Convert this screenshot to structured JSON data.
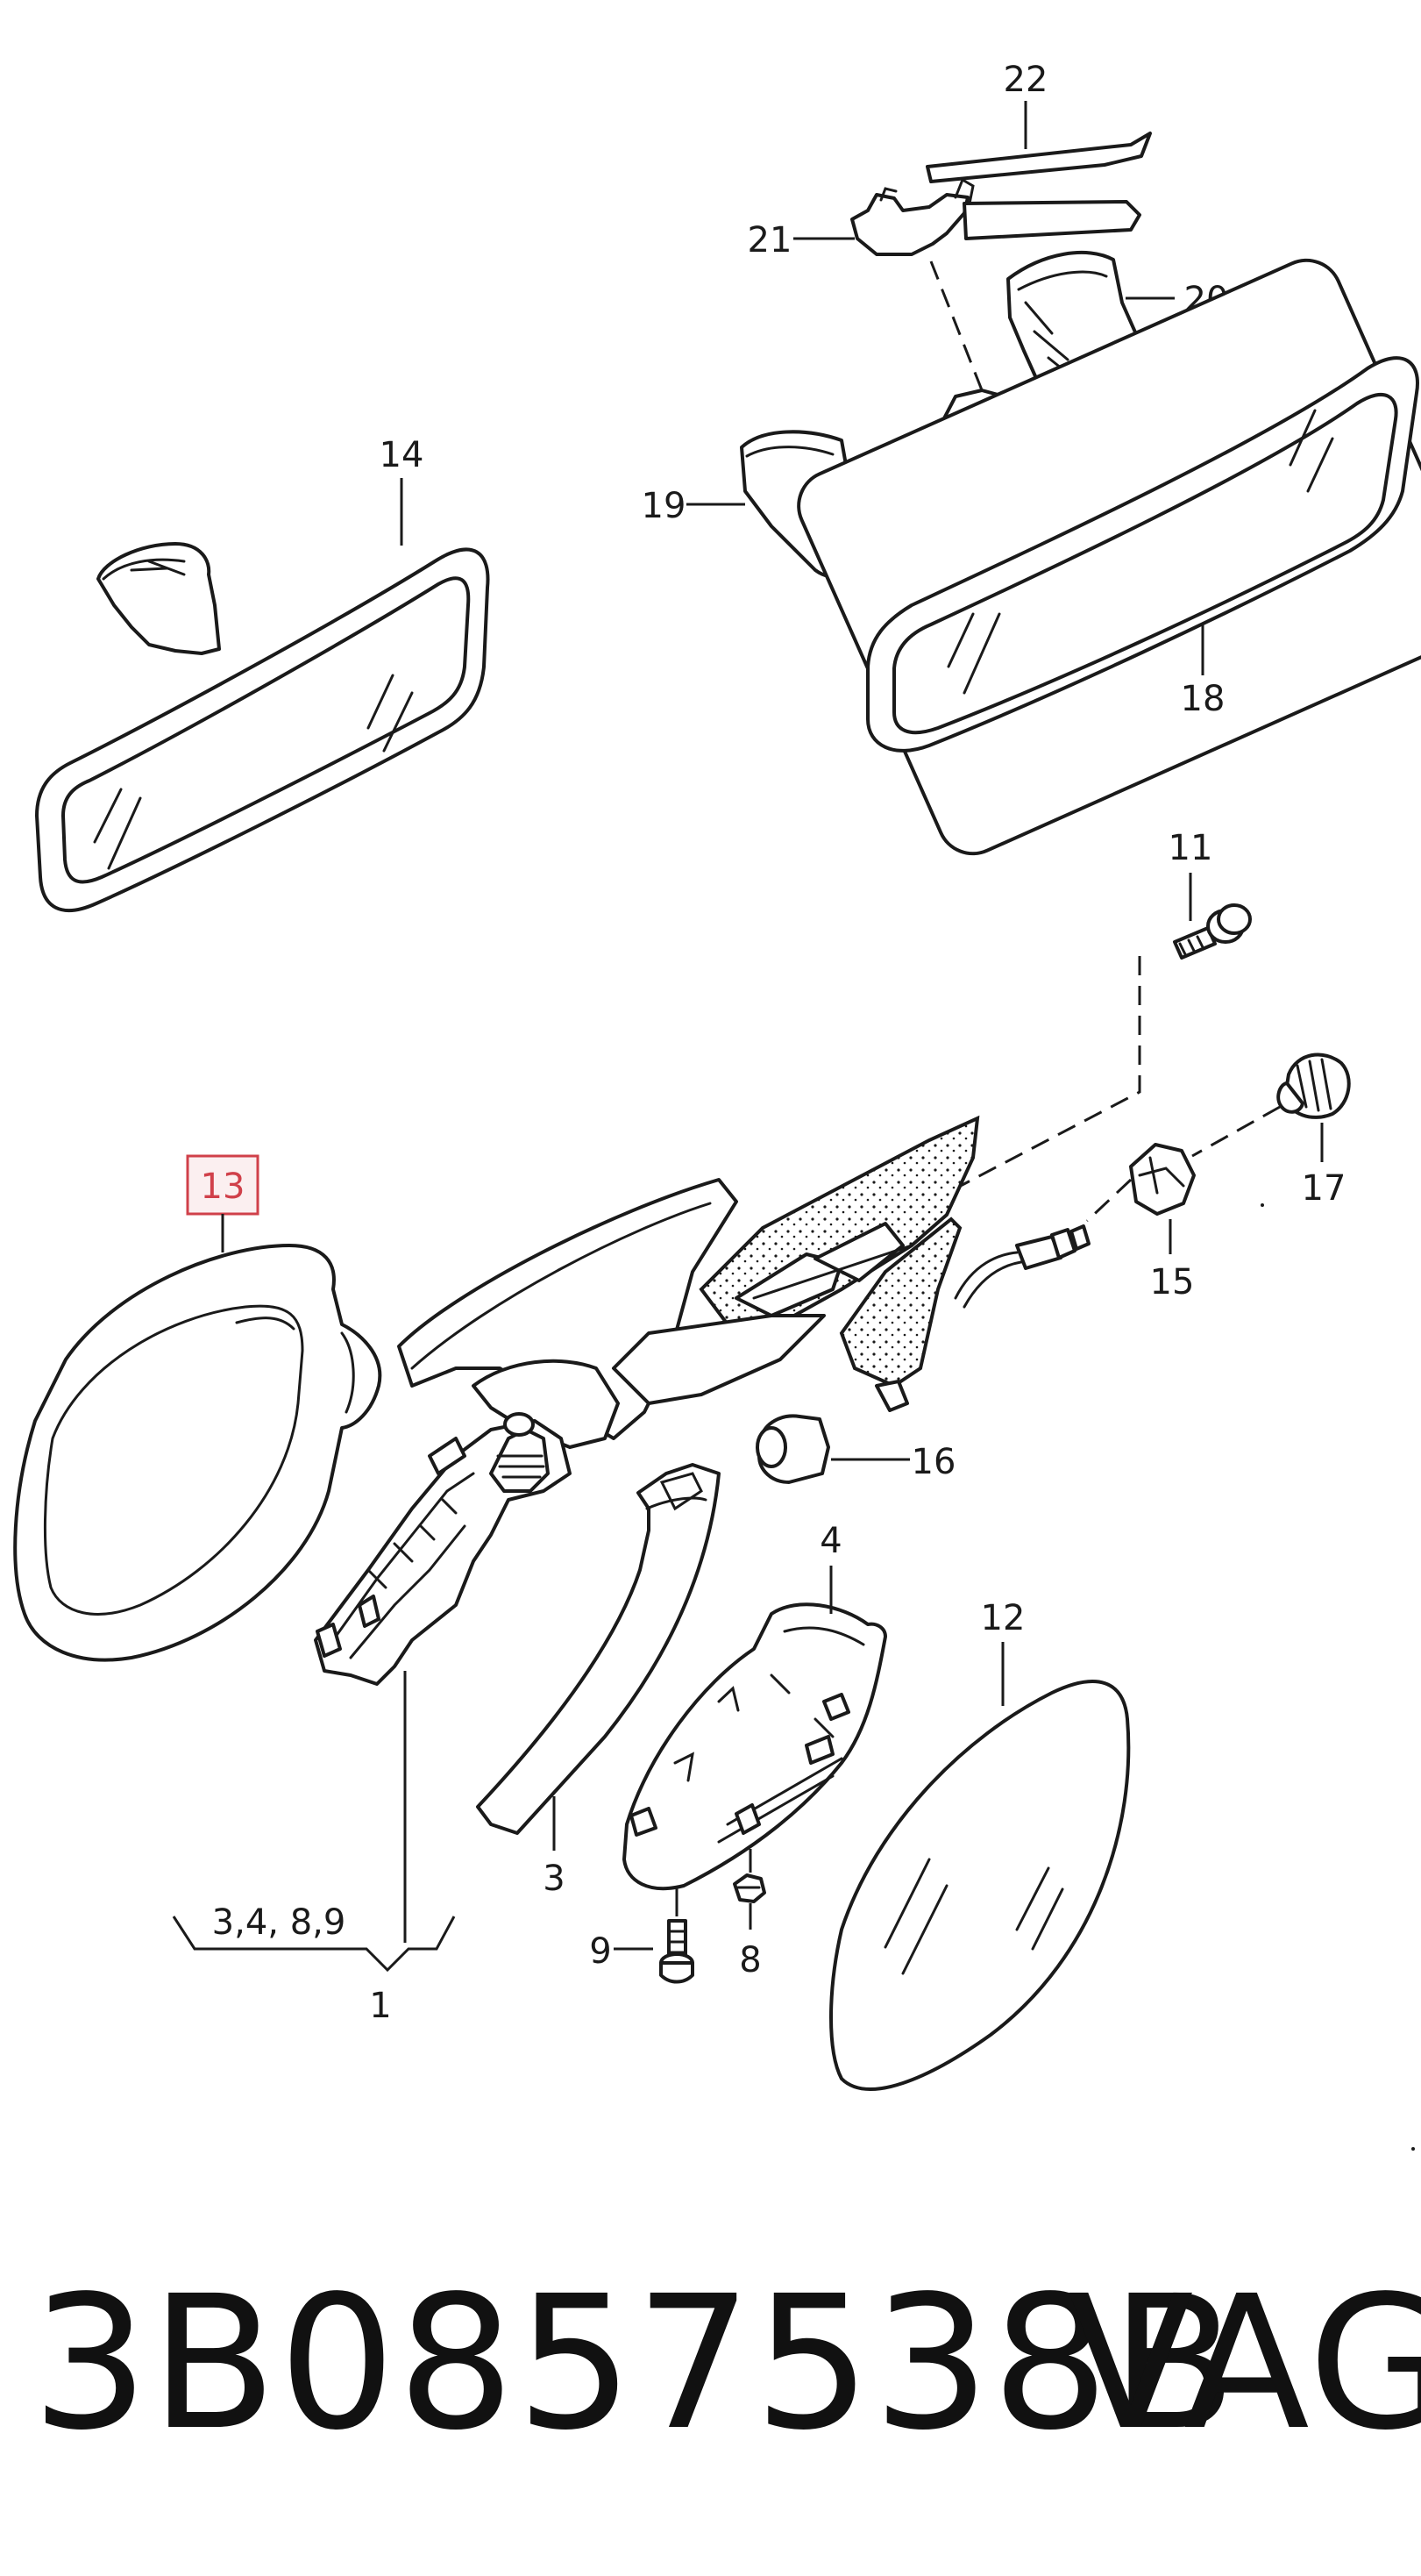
{
  "diagram": {
    "callouts": {
      "c22": "22",
      "c21": "21",
      "c20": "20",
      "c19": "19",
      "c18": "18",
      "c14": "14",
      "c11": "11",
      "c17": "17",
      "c15": "15",
      "c16": "16",
      "c13": "13",
      "c4": "4",
      "c12": "12",
      "c3": "3",
      "c9": "9",
      "c8": "8",
      "c1": "1",
      "group": "3,4, 8,9"
    },
    "highlight_color": "#d0404a",
    "highlight_fill": "#fbeff0"
  },
  "footer": {
    "part_number": "3B0857538B",
    "brand": "VAG"
  }
}
